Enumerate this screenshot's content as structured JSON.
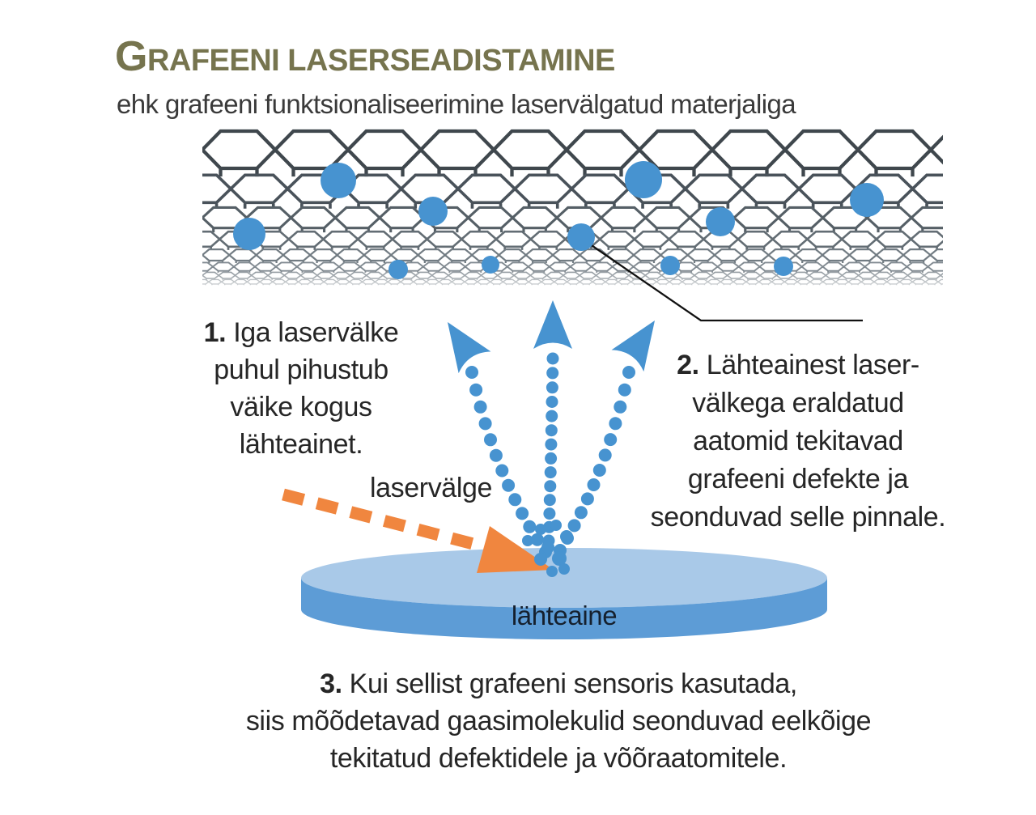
{
  "header": {
    "title_initial": "G",
    "title_rest": "RAFEENI LASERSEADISTAMINE",
    "subtitle": "ehk grafeeni funktsionaliseerimine laservälgatud materjaliga"
  },
  "steps": [
    {
      "number": "1.",
      "lines": [
        "Iga laservälke",
        "puhul pihustub",
        "väike kogus",
        "lähteainet."
      ]
    },
    {
      "number": "2.",
      "lines": [
        "Lähteainest laser-",
        "välkega eraldatud",
        "aatomid tekitavad",
        "grafeeni defekte ja",
        "seonduvad selle pinnale."
      ]
    },
    {
      "number": "3.",
      "lines": [
        "Kui sellist grafeeni sensoris kasutada,",
        "siis mõõdetavad gaasimolekulid seonduvad eelkõige",
        "tekitatud defektidele ja võõraatomitele."
      ]
    }
  ],
  "labels": {
    "laser_pulse": "laservälge",
    "source_material": "lähteaine"
  },
  "colors": {
    "title": "#76744e",
    "text": "#262626",
    "blue": "#4793d0",
    "disk_top": "#a9c9e8",
    "disk_side": "#5d9cd6",
    "orange": "#f0863f",
    "mesh_dark": "#3f474d",
    "pointer_line": "#111111"
  },
  "diagram": {
    "atoms": [
      [
        418,
        223,
        22
      ],
      [
        535,
        261,
        18
      ],
      [
        795,
        222,
        23
      ],
      [
        890,
        274,
        18
      ],
      [
        1071,
        247,
        21
      ],
      [
        308,
        289,
        20
      ],
      [
        718,
        293,
        17
      ],
      [
        492,
        333,
        12
      ],
      [
        606,
        327,
        11
      ],
      [
        828,
        328,
        12
      ],
      [
        968,
        329,
        12
      ]
    ],
    "impact_dots": [
      [
        668,
        654,
        7
      ],
      [
        687,
        649,
        7
      ],
      [
        652,
        668,
        7
      ],
      [
        700,
        663,
        8
      ],
      [
        677,
        676,
        8
      ],
      [
        691,
        690,
        9
      ],
      [
        668,
        691,
        8
      ],
      [
        682,
        706,
        7
      ],
      [
        697,
        703,
        7
      ]
    ]
  }
}
